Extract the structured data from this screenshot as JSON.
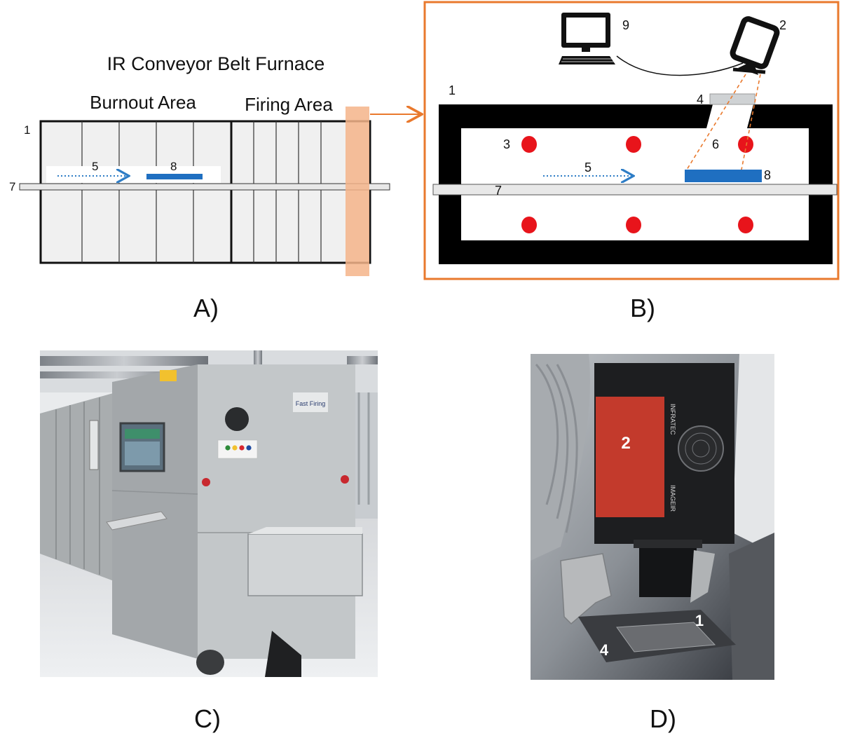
{
  "panel_a": {
    "title": "IR Conveyor Belt Furnace",
    "burnout_label": "Burnout Area",
    "firing_label": "Firing Area",
    "callouts": {
      "furnace": "1",
      "belt_direction": "5",
      "belt": "7",
      "sample": "8"
    },
    "caption": "A)"
  },
  "panel_b": {
    "callouts": {
      "computer": "9",
      "camera": "2",
      "furnace": "1",
      "window": "4",
      "lamp": "3",
      "field_of_view": "6",
      "belt_direction": "5",
      "sample": "8",
      "belt": "7"
    },
    "caption": "B)"
  },
  "panel_c": {
    "machine_brand": "Fast Firing",
    "caption": "C)"
  },
  "panel_d": {
    "camera_brand": "INFRATEC",
    "camera_model": "IMAGEIR",
    "markers": {
      "camera": "2",
      "furnace": "1",
      "window": "4"
    },
    "caption": "D)"
  },
  "colors": {
    "lamp": "#e8141b",
    "sample": "#1f6fc1",
    "belt_arrow": "#2e7dc6",
    "highlight": "#f4b48a",
    "frame": "#e9792d",
    "beam": "#e9792d",
    "furnace_wall": "#000000"
  }
}
